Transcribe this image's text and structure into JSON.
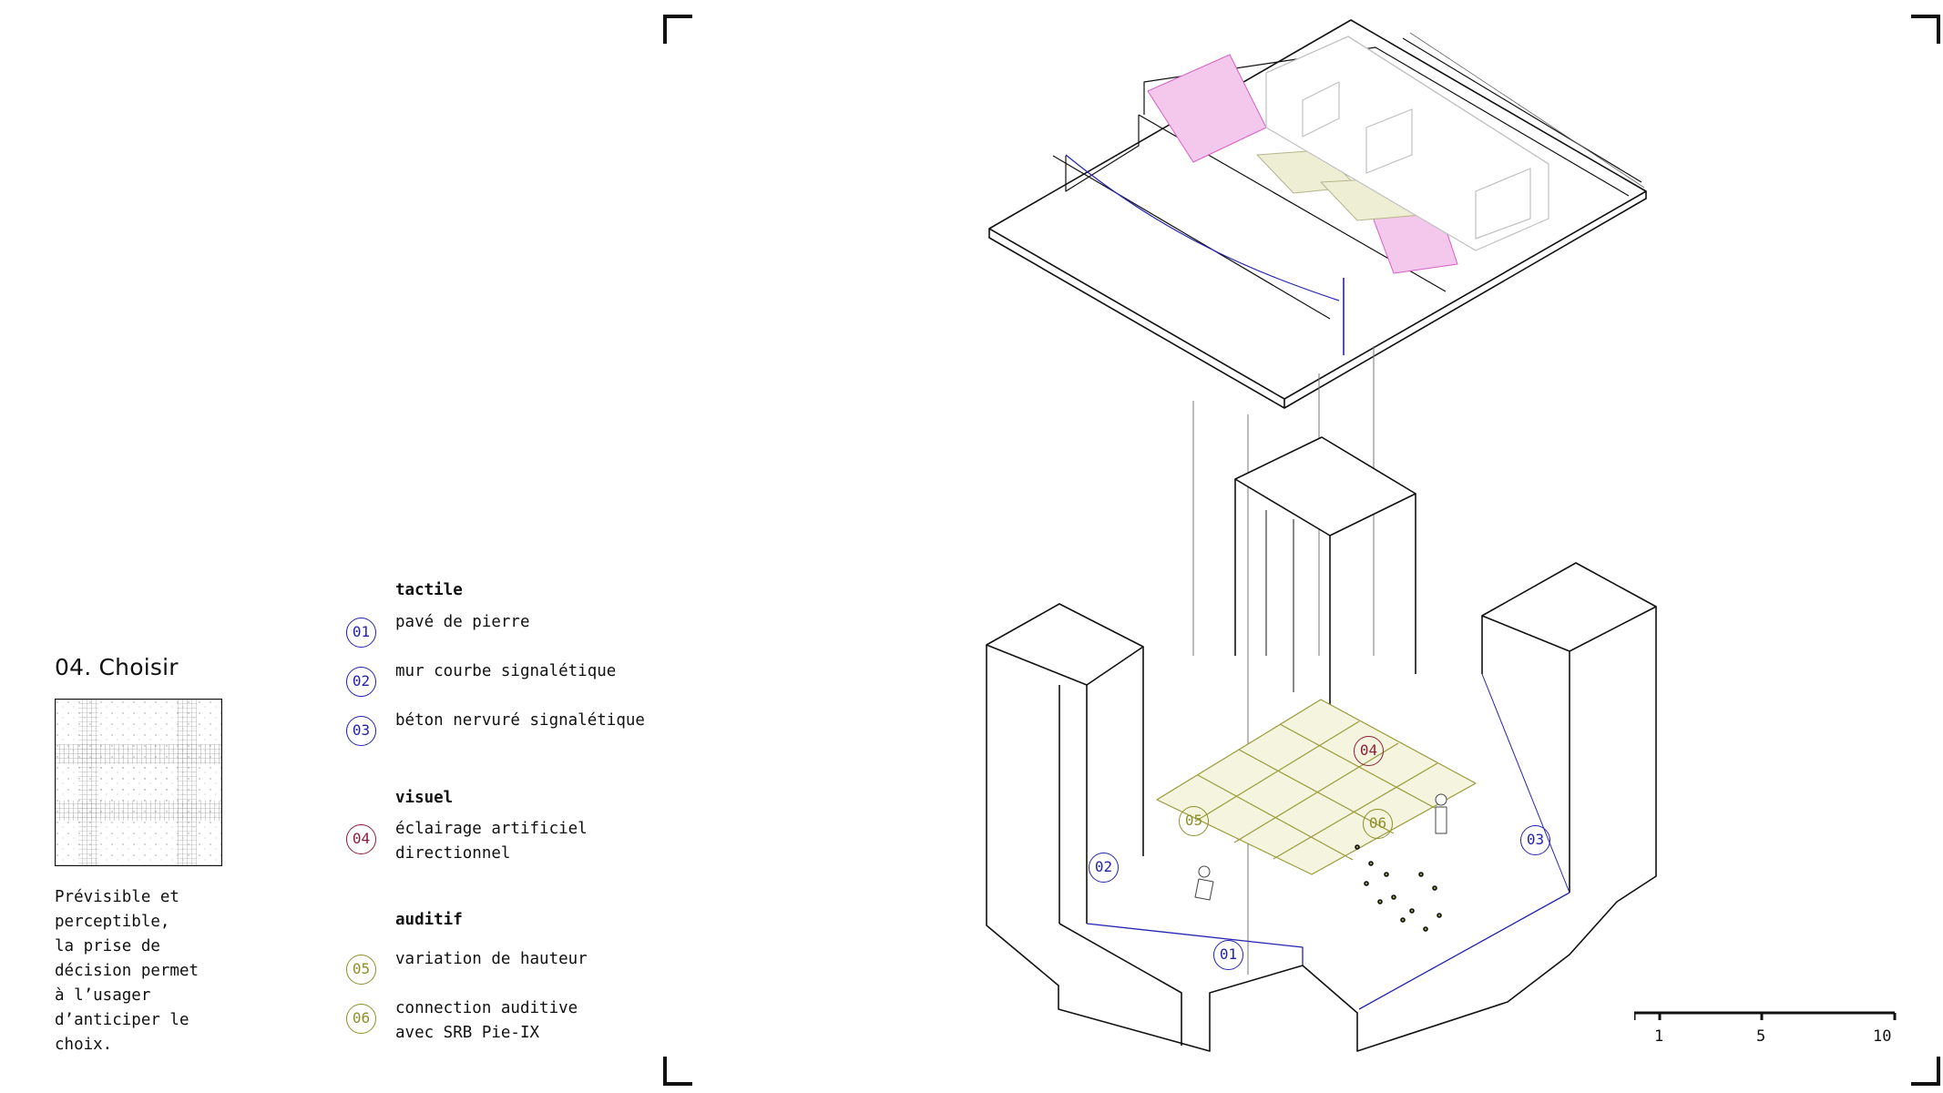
{
  "section": {
    "title": "04. Choisir",
    "caption": "Prévisible et\nperceptible,\nla prise de\ndécision permet\nà l’usager\nd’anticiper le\nchoix."
  },
  "legend": {
    "groups": [
      {
        "heading": "tactile"
      },
      {
        "heading": "visuel"
      },
      {
        "heading": "auditif"
      }
    ],
    "items": [
      {
        "num": "01",
        "label": "pavé de pierre",
        "color": "#2323b0"
      },
      {
        "num": "02",
        "label": "mur courbe signalétique",
        "color": "#2323b0"
      },
      {
        "num": "03",
        "label": "béton nervuré signalétique",
        "color": "#2323b0"
      },
      {
        "num": "04",
        "label": "éclairage artificiel\ndirectionnel",
        "color": "#8b1f3a"
      },
      {
        "num": "05",
        "label": "variation de hauteur",
        "color": "#8e8f2a"
      },
      {
        "num": "06",
        "label": "connection auditive\navec SRB Pie-IX",
        "color": "#8e8f2a"
      }
    ]
  },
  "diagram_markers": [
    {
      "num": "01"
    },
    {
      "num": "02"
    },
    {
      "num": "03"
    },
    {
      "num": "04"
    },
    {
      "num": "05"
    },
    {
      "num": "06"
    }
  ],
  "scale": {
    "ticks": [
      "1",
      "5",
      "10"
    ]
  },
  "colors": {
    "blue": "#2323b0",
    "red": "#8b1f3a",
    "olive": "#8e8f2a",
    "pink": "#d85fc4",
    "line": "#111111"
  }
}
